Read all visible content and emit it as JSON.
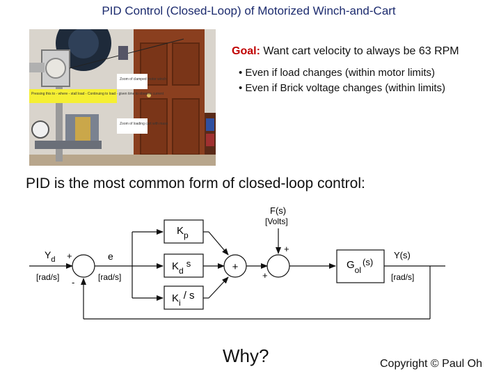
{
  "title": "PID Control (Closed-Loop) of Motorized Winch-and-Cart",
  "photo": {
    "caption_yellow": "Pressing this to - where - stall load - Continuing to load - given time to observe current",
    "caption_winch": "Zoom of clamped motor winch",
    "caption_cart": "Zoom of loading cart with mass"
  },
  "goal": {
    "label": "Goal:",
    "text": "Want cart velocity to always be 63 RPM",
    "bullets": [
      "• Even if load changes (within motor limits)",
      "• Even if Brick voltage changes (within limits)"
    ]
  },
  "pid_statement": "PID is the most common form of closed-loop control:",
  "diagram": {
    "disturbance_name": "F(s)",
    "disturbance_unit": "[Volts]",
    "input_name": "Y",
    "input_sub": "d",
    "input_unit": "[rad/s]",
    "error_name": "e",
    "error_unit": "[rad/s]",
    "output_name": "Y(s)",
    "output_unit": "[rad/s]",
    "plus": "+",
    "minus": "-",
    "kp": {
      "k": "K",
      "sub": "p"
    },
    "kd": {
      "k": "K",
      "sub": "d",
      "rest": "s"
    },
    "ki": {
      "k": "K",
      "sub": "i",
      "rest": "/ s"
    },
    "plant": {
      "g": "G",
      "sub": "ol",
      "rest": "(s)"
    }
  },
  "why": "Why?",
  "copyright": "Copyright © Paul Oh"
}
